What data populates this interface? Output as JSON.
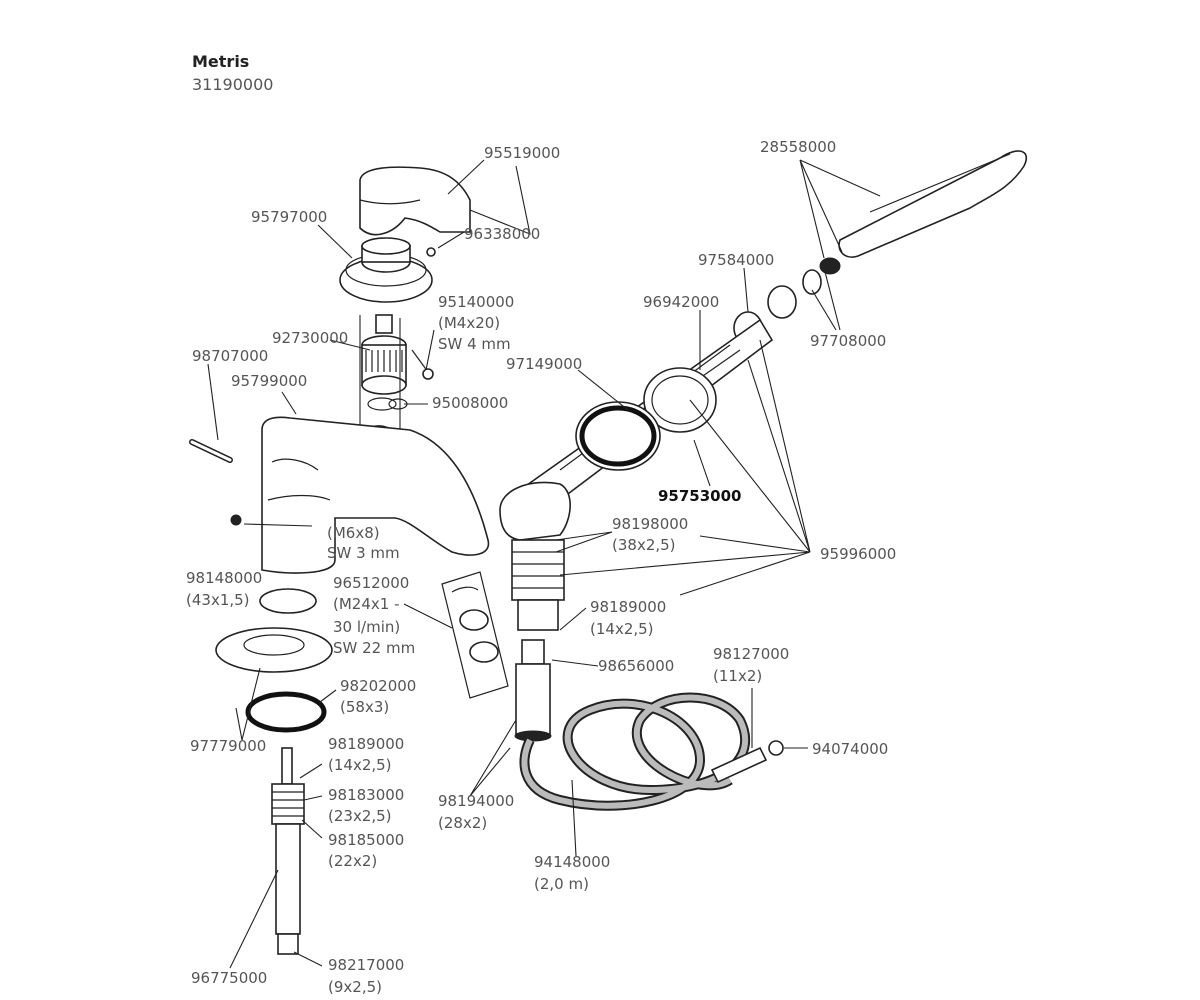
{
  "header": {
    "title": "Metris",
    "subtitle": "31190000"
  },
  "labels": [
    {
      "id": "p95519000",
      "text": "95519000"
    },
    {
      "id": "p95797000",
      "text": "95797000"
    },
    {
      "id": "p96338000",
      "text": "96338000"
    },
    {
      "id": "p95140000",
      "text": "95140000"
    },
    {
      "id": "p95140000_spec1",
      "text": "(M4x20)"
    },
    {
      "id": "p95140000_spec2",
      "text": "SW 4 mm"
    },
    {
      "id": "p92730000",
      "text": "92730000"
    },
    {
      "id": "p98707000",
      "text": "98707000"
    },
    {
      "id": "p95799000",
      "text": "95799000"
    },
    {
      "id": "p95008000",
      "text": "95008000"
    },
    {
      "id": "p28558000",
      "text": "28558000"
    },
    {
      "id": "p97584000",
      "text": "97584000"
    },
    {
      "id": "p96942000",
      "text": "96942000"
    },
    {
      "id": "p97708000",
      "text": "97708000"
    },
    {
      "id": "p97149000",
      "text": "97149000"
    },
    {
      "id": "p95753000",
      "text": "95753000",
      "bold": true
    },
    {
      "id": "p98198000",
      "text": "98198000"
    },
    {
      "id": "p98198000_spec",
      "text": "(38x2,5)"
    },
    {
      "id": "p95996000",
      "text": "95996000"
    },
    {
      "id": "pM6x8",
      "text": "(M6x8)"
    },
    {
      "id": "pSW3",
      "text": "SW 3 mm"
    },
    {
      "id": "p98148000",
      "text": "98148000"
    },
    {
      "id": "p98148000_spec",
      "text": "(43x1,5)"
    },
    {
      "id": "p96512000",
      "text": "96512000"
    },
    {
      "id": "p96512000_spec1",
      "text": "(M24x1 -"
    },
    {
      "id": "p96512000_spec2",
      "text": "30 l/min)"
    },
    {
      "id": "p96512000_spec3",
      "text": "SW 22 mm"
    },
    {
      "id": "p98189000a",
      "text": "98189000"
    },
    {
      "id": "p98189000a_spec",
      "text": "(14x2,5)"
    },
    {
      "id": "p98656000",
      "text": "98656000"
    },
    {
      "id": "p98127000",
      "text": "98127000"
    },
    {
      "id": "p98127000_spec",
      "text": "(11x2)"
    },
    {
      "id": "p94074000",
      "text": "94074000"
    },
    {
      "id": "p98202000",
      "text": "98202000"
    },
    {
      "id": "p98202000_spec",
      "text": "(58x3)"
    },
    {
      "id": "p97779000",
      "text": "97779000"
    },
    {
      "id": "p98189000b",
      "text": "98189000"
    },
    {
      "id": "p98189000b_spec",
      "text": "(14x2,5)"
    },
    {
      "id": "p98183000",
      "text": "98183000"
    },
    {
      "id": "p98183000_spec",
      "text": "(23x2,5)"
    },
    {
      "id": "p98185000",
      "text": "98185000"
    },
    {
      "id": "p98185000_spec",
      "text": "(22x2)"
    },
    {
      "id": "p98194000",
      "text": "98194000"
    },
    {
      "id": "p98194000_spec",
      "text": "(28x2)"
    },
    {
      "id": "p94148000",
      "text": "94148000"
    },
    {
      "id": "p94148000_spec",
      "text": "(2,0 m)"
    },
    {
      "id": "p96775000",
      "text": "96775000"
    },
    {
      "id": "p98217000",
      "text": "98217000"
    },
    {
      "id": "p98217000_spec",
      "text": "(9x2,5)"
    }
  ]
}
